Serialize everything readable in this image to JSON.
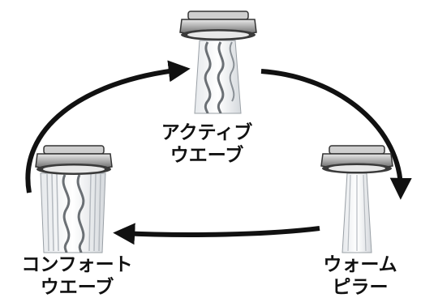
{
  "modes": [
    {
      "id": "active-wave",
      "line1": "アクティブ",
      "line2": "ウエーブ"
    },
    {
      "id": "warm-pillar",
      "line1": "ウォーム",
      "line2": "ピラー"
    },
    {
      "id": "comfort-wave",
      "line1": "コンフォート",
      "line2": "ウエーブ"
    }
  ],
  "colors": {
    "arrow": "#111111",
    "head_metal": "#8a8a8a",
    "head_dark": "#3a3a3a",
    "water": "#c9ced3",
    "water_edge": "#6b7075",
    "text": "#111111"
  },
  "icons": [
    "shower-head-icon",
    "cycle-arrow-icon"
  ]
}
